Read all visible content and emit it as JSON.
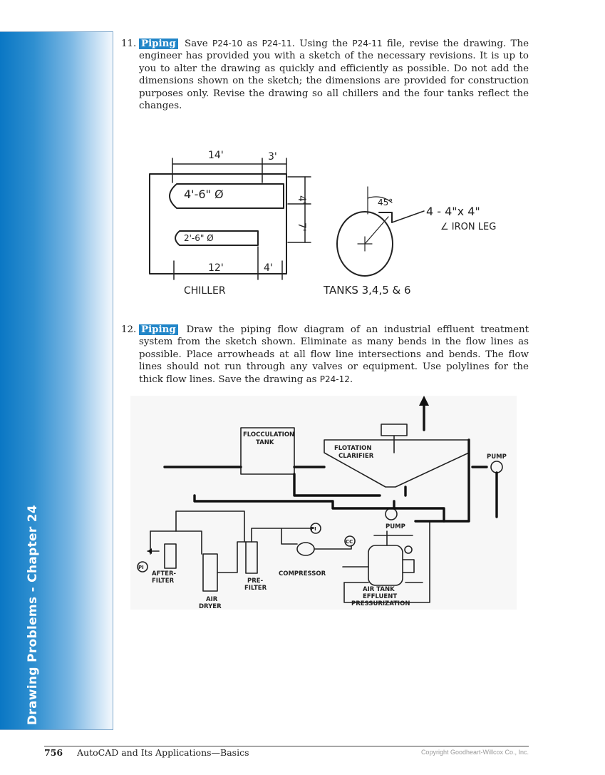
{
  "sidebar": {
    "title": "Drawing Problems - Chapter 24"
  },
  "problems": [
    {
      "number": "11.",
      "tag": "Piping",
      "text_parts": [
        "Save ",
        "P24-10",
        " as ",
        "P24-11",
        ". Using the ",
        "P24-11",
        " file, revise the drawing. The engineer has provided you with a sketch of the necessary revisions. It is up to you to alter the drawing as quickly and efficiently as possible. Do not add the dimensions shown on the sketch; the dimensions are provided for construction purposes only. Revise the drawing so all chillers and the four tanks reflect the changes."
      ]
    },
    {
      "number": "12.",
      "tag": "Piping",
      "text_parts": [
        "Draw the piping flow diagram of an industrial effluent treatment system from the sketch shown. Eliminate as many bends in the flow lines as possible. Place arrowheads at all flow line intersections and bends. The flow lines should not run through any valves or equipment. Use polylines for the thick flow lines. Save the drawing as ",
        "P24-12",
        "."
      ]
    }
  ],
  "sketch1": {
    "dim_14": "14'",
    "dim_3": "3'",
    "dim_4_top": "4'",
    "dim_7": "7'",
    "dim_12": "12'",
    "dim_4_bottom": "4'",
    "large_tank": "4'-6\" Ø",
    "small_tank": "2'-6\" Ø",
    "chiller_label": "CHILLER",
    "angle": "45°",
    "leg_line1": "4 - 4\"x 4\"",
    "leg_line2": "∠ IRON LEG",
    "tanks_label": "TANKS 3,4,5 & 6"
  },
  "sketch2": {
    "flocculation_1": "FLOCCULATION",
    "flocculation_2": "TANK",
    "flotation_1": "FLOTATION",
    "flotation_2": "CLARIFIER",
    "pump_right": "PUMP",
    "pump_lower": "PUMP",
    "pi_1": "PI",
    "pi_2": "PI",
    "cc": "CC",
    "after_filter_1": "AFTER-",
    "after_filter_2": "FILTER",
    "pre_filter_1": "PRE-",
    "pre_filter_2": "FILTER",
    "air_dryer_1": "AIR",
    "air_dryer_2": "DRYER",
    "compressor": "COMPRESSOR",
    "air_tank_1": "AIR TANK",
    "air_tank_2": "EFFLUENT",
    "air_tank_3": "PRESSURIZATION"
  },
  "footer": {
    "page_number": "756",
    "book_title": "AutoCAD and Its Applications—Basics",
    "copyright": "Copyright Goodheart-Willcox Co., Inc."
  }
}
